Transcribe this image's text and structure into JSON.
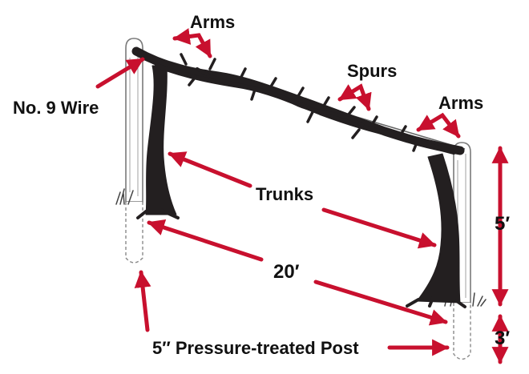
{
  "labels": {
    "arms_left": "Arms",
    "spurs": "Spurs",
    "arms_right": "Arms",
    "wire": "No. 9 Wire",
    "trunks": "Trunks",
    "span": "20′",
    "height": "5′",
    "depth": "3′",
    "post": "5″ Pressure-treated Post"
  },
  "colors": {
    "arrow": "#c8102e",
    "vine": "#231f20",
    "post_outline": "#7a7a7a",
    "grass": "#444444",
    "text": "#111111"
  },
  "icons": {
    "vine": "grapevine-illustration",
    "posts": "wooden-post-icon",
    "grass": "grass-tuft-icon"
  }
}
